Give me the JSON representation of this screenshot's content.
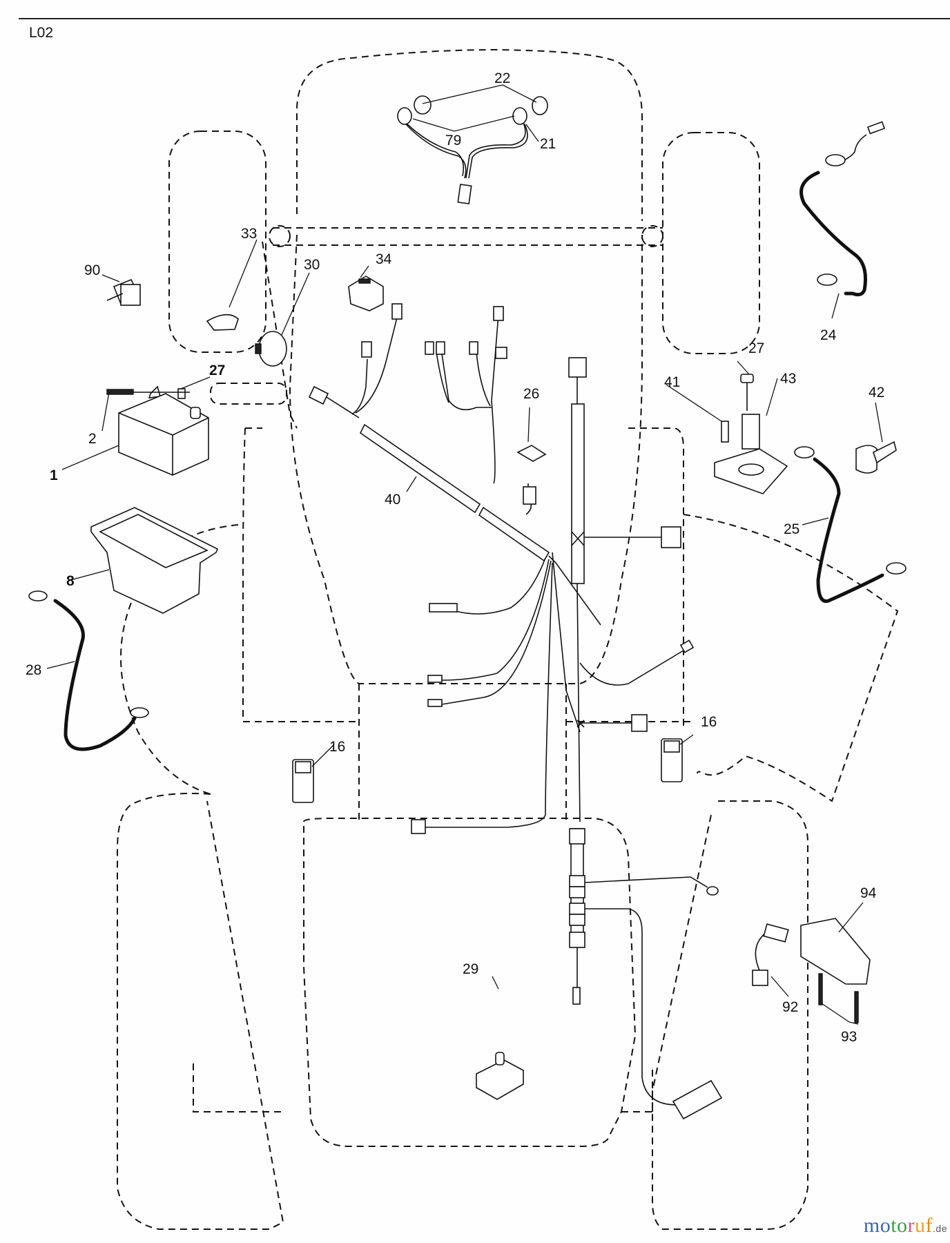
{
  "page": {
    "code": "L02",
    "type": "parts diagram",
    "subject": "electrical system / wiring harness"
  },
  "callouts": [
    {
      "id": "c1",
      "label": "1",
      "bold": true,
      "part": "battery"
    },
    {
      "id": "c2",
      "label": "2",
      "bold": false,
      "part": "bolt"
    },
    {
      "id": "c8",
      "label": "8",
      "bold": true,
      "part": "battery-tray"
    },
    {
      "id": "c16a",
      "label": "16",
      "bold": false,
      "part": "switch-left"
    },
    {
      "id": "c16b",
      "label": "16",
      "bold": false,
      "part": "switch-right"
    },
    {
      "id": "c21",
      "label": "21",
      "bold": false,
      "part": "headlight-harness"
    },
    {
      "id": "c22",
      "label": "22",
      "bold": false,
      "part": "bulbs"
    },
    {
      "id": "c24",
      "label": "24",
      "bold": false,
      "part": "ground-cable"
    },
    {
      "id": "c25",
      "label": "25",
      "bold": false,
      "part": "battery-cable"
    },
    {
      "id": "c26",
      "label": "26",
      "bold": false,
      "part": "fuse"
    },
    {
      "id": "c27a",
      "label": "27",
      "bold": true,
      "part": "nut-battery"
    },
    {
      "id": "c27b",
      "label": "27",
      "bold": false,
      "part": "nut-solenoid"
    },
    {
      "id": "c28",
      "label": "28",
      "bold": false,
      "part": "battery-cable-negative"
    },
    {
      "id": "c29",
      "label": "29",
      "bold": false,
      "part": "seat-switch"
    },
    {
      "id": "c30",
      "label": "30",
      "bold": false,
      "part": "ignition-switch"
    },
    {
      "id": "c33",
      "label": "33",
      "bold": false,
      "part": "ignition-key"
    },
    {
      "id": "c34",
      "label": "34",
      "bold": false,
      "part": "rocker-switch"
    },
    {
      "id": "c40",
      "label": "40",
      "bold": false,
      "part": "main-wiring-harness"
    },
    {
      "id": "c41",
      "label": "41",
      "bold": false,
      "part": "solenoid-bolt"
    },
    {
      "id": "c42",
      "label": "42",
      "bold": false,
      "part": "terminal-boot"
    },
    {
      "id": "c43",
      "label": "43",
      "bold": false,
      "part": "starter-solenoid"
    },
    {
      "id": "c79",
      "label": "79",
      "bold": false,
      "part": "bulb-sockets"
    },
    {
      "id": "c90",
      "label": "90",
      "bold": false,
      "part": "connector-plug"
    },
    {
      "id": "c92",
      "label": "92",
      "bold": false,
      "part": "connector-lead"
    },
    {
      "id": "c93",
      "label": "93",
      "bold": false,
      "part": "screws"
    },
    {
      "id": "c94",
      "label": "94",
      "bold": false,
      "part": "control-module"
    }
  ],
  "watermark": {
    "letters": [
      {
        "ch": "m",
        "color": "#3a66b5"
      },
      {
        "ch": "o",
        "color": "#3a66b5"
      },
      {
        "ch": "t",
        "color": "#3aa04a"
      },
      {
        "ch": "o",
        "color": "#3aa04a"
      },
      {
        "ch": "r",
        "color": "#e0508a"
      },
      {
        "ch": "u",
        "color": "#f0a020"
      },
      {
        "ch": "f",
        "color": "#e08a10"
      }
    ],
    "suffix": ".de"
  }
}
